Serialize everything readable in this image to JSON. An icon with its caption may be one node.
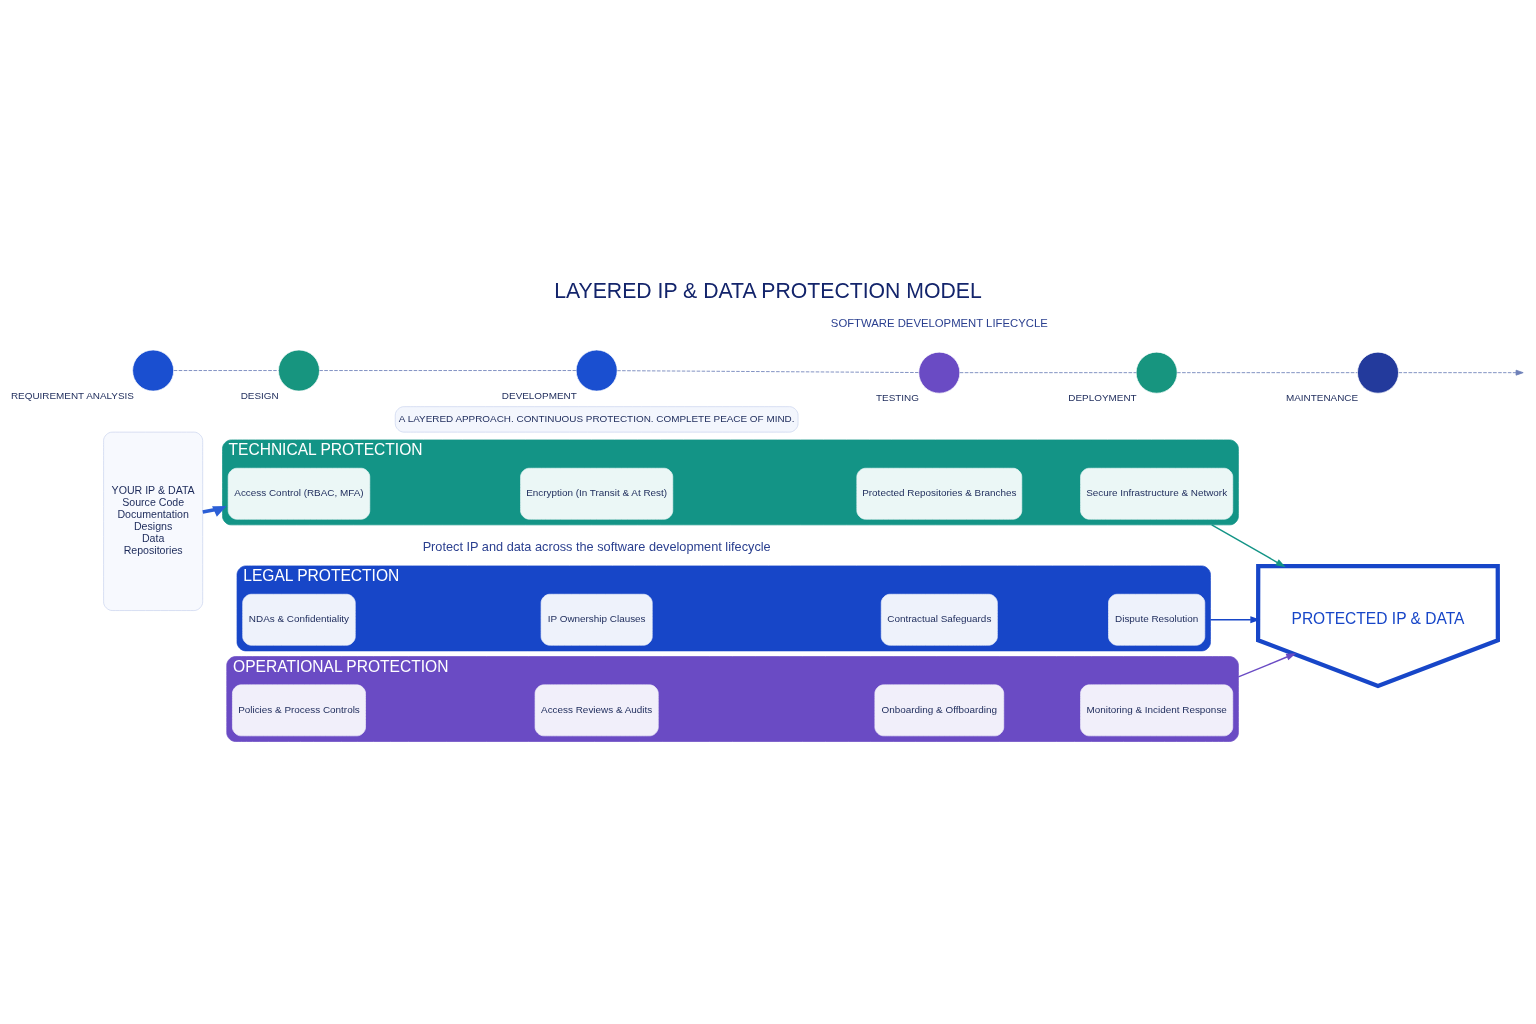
{
  "diagram": {
    "title": "LAYERED IP & DATA PROTECTION MODEL",
    "nodes": [
      {
        "text": [
          "YOUR IP & DATA",
          "Source Code",
          "Documentation",
          "Designs",
          "Data",
          "Repositories"
        ]
      },
      {
        "text": [
          "LEGAL PROTECTION"
        ]
      },
      {
        "text": [
          "NDAs & Confidentiality"
        ],
        "in": 1
      },
      {
        "text": [
          "IP Ownership Clauses"
        ],
        "in": 1
      },
      {
        "text": [
          "Contractual Safeguards"
        ],
        "in": 1
      },
      {
        "text": [
          "Dispute Resolution"
        ],
        "in": 1
      },
      {
        "text": [
          "TECHNICAL PROTECTION"
        ]
      },
      {
        "text": [
          "Access Control (RBAC, MFA)"
        ],
        "in": 6
      },
      {
        "text": [
          "Encryption (In Transit & At Rest)"
        ],
        "in": 6
      },
      {
        "text": [
          "Protected Repositories & Branches"
        ],
        "in": 6
      },
      {
        "text": [
          "Secure Infrastructure & Network"
        ],
        "in": 6
      },
      {
        "text": [
          "OPERATIONAL PROTECTION"
        ]
      },
      {
        "text": [
          "Policies & Process Controls"
        ],
        "in": 11
      },
      {
        "text": [
          "Access Reviews & Audits"
        ],
        "in": 11
      },
      {
        "text": [
          "Onboarding & Offboarding"
        ],
        "in": 11
      },
      {
        "text": [
          "Monitoring & Incident Response"
        ],
        "in": 11
      },
      {
        "text": [
          "PROTECTED IP & DATA"
        ]
      },
      {
        "text": [],
        "shape": "circle",
        "beside": [
          "REQUIREMENT ANALYSIS"
        ]
      },
      {
        "text": [],
        "shape": "circle",
        "beside": [
          "DESIGN"
        ]
      },
      {
        "text": [],
        "shape": "circle",
        "beside": [
          "DEVELOPMENT"
        ]
      },
      {
        "text": [],
        "shape": "circle",
        "beside": [
          "TESTING"
        ]
      },
      {
        "text": [],
        "shape": "circle",
        "beside": [
          "DEPLOYMENT"
        ]
      },
      {
        "text": [],
        "shape": "circle",
        "beside": [
          "MAINTENANCE"
        ]
      },
      {
        "text": [
          "A LAYERED APPROACH. CONTINUOUS PROTECTION. COMPLETE PEACE OF MIND."
        ]
      }
    ],
    "edges": [
      {
        "from": 0,
        "to": 6,
        "arrow": "to",
        "style": "thick"
      },
      {
        "from": 1,
        "to": 16,
        "arrow": "to",
        "color": "#1746c8"
      },
      {
        "from": 6,
        "to": 16,
        "arrow": "to",
        "color": "#139486"
      },
      {
        "from": 11,
        "to": 16,
        "arrow": "to",
        "color": "#6a4bc4"
      },
      {
        "from": 17,
        "to": 18,
        "arrow": "none",
        "style": "dashed"
      },
      {
        "from": 18,
        "to": 19,
        "arrow": "none",
        "style": "dashed"
      },
      {
        "from": 19,
        "to": 20,
        "arrow": "none",
        "style": "dashed"
      },
      {
        "from": 20,
        "to": 21,
        "arrow": "none",
        "style": "dashed"
      },
      {
        "from": 21,
        "to": 22,
        "arrow": "none",
        "style": "dashed"
      },
      {
        "from": 22,
        "to": null,
        "arrow": "to",
        "style": "dashed"
      }
    ],
    "labels": [
      "Protect IP and data across the software development lifecycle",
      "SOFTWARE DEVELOPMENT LIFECYCLE"
    ]
  }
}
